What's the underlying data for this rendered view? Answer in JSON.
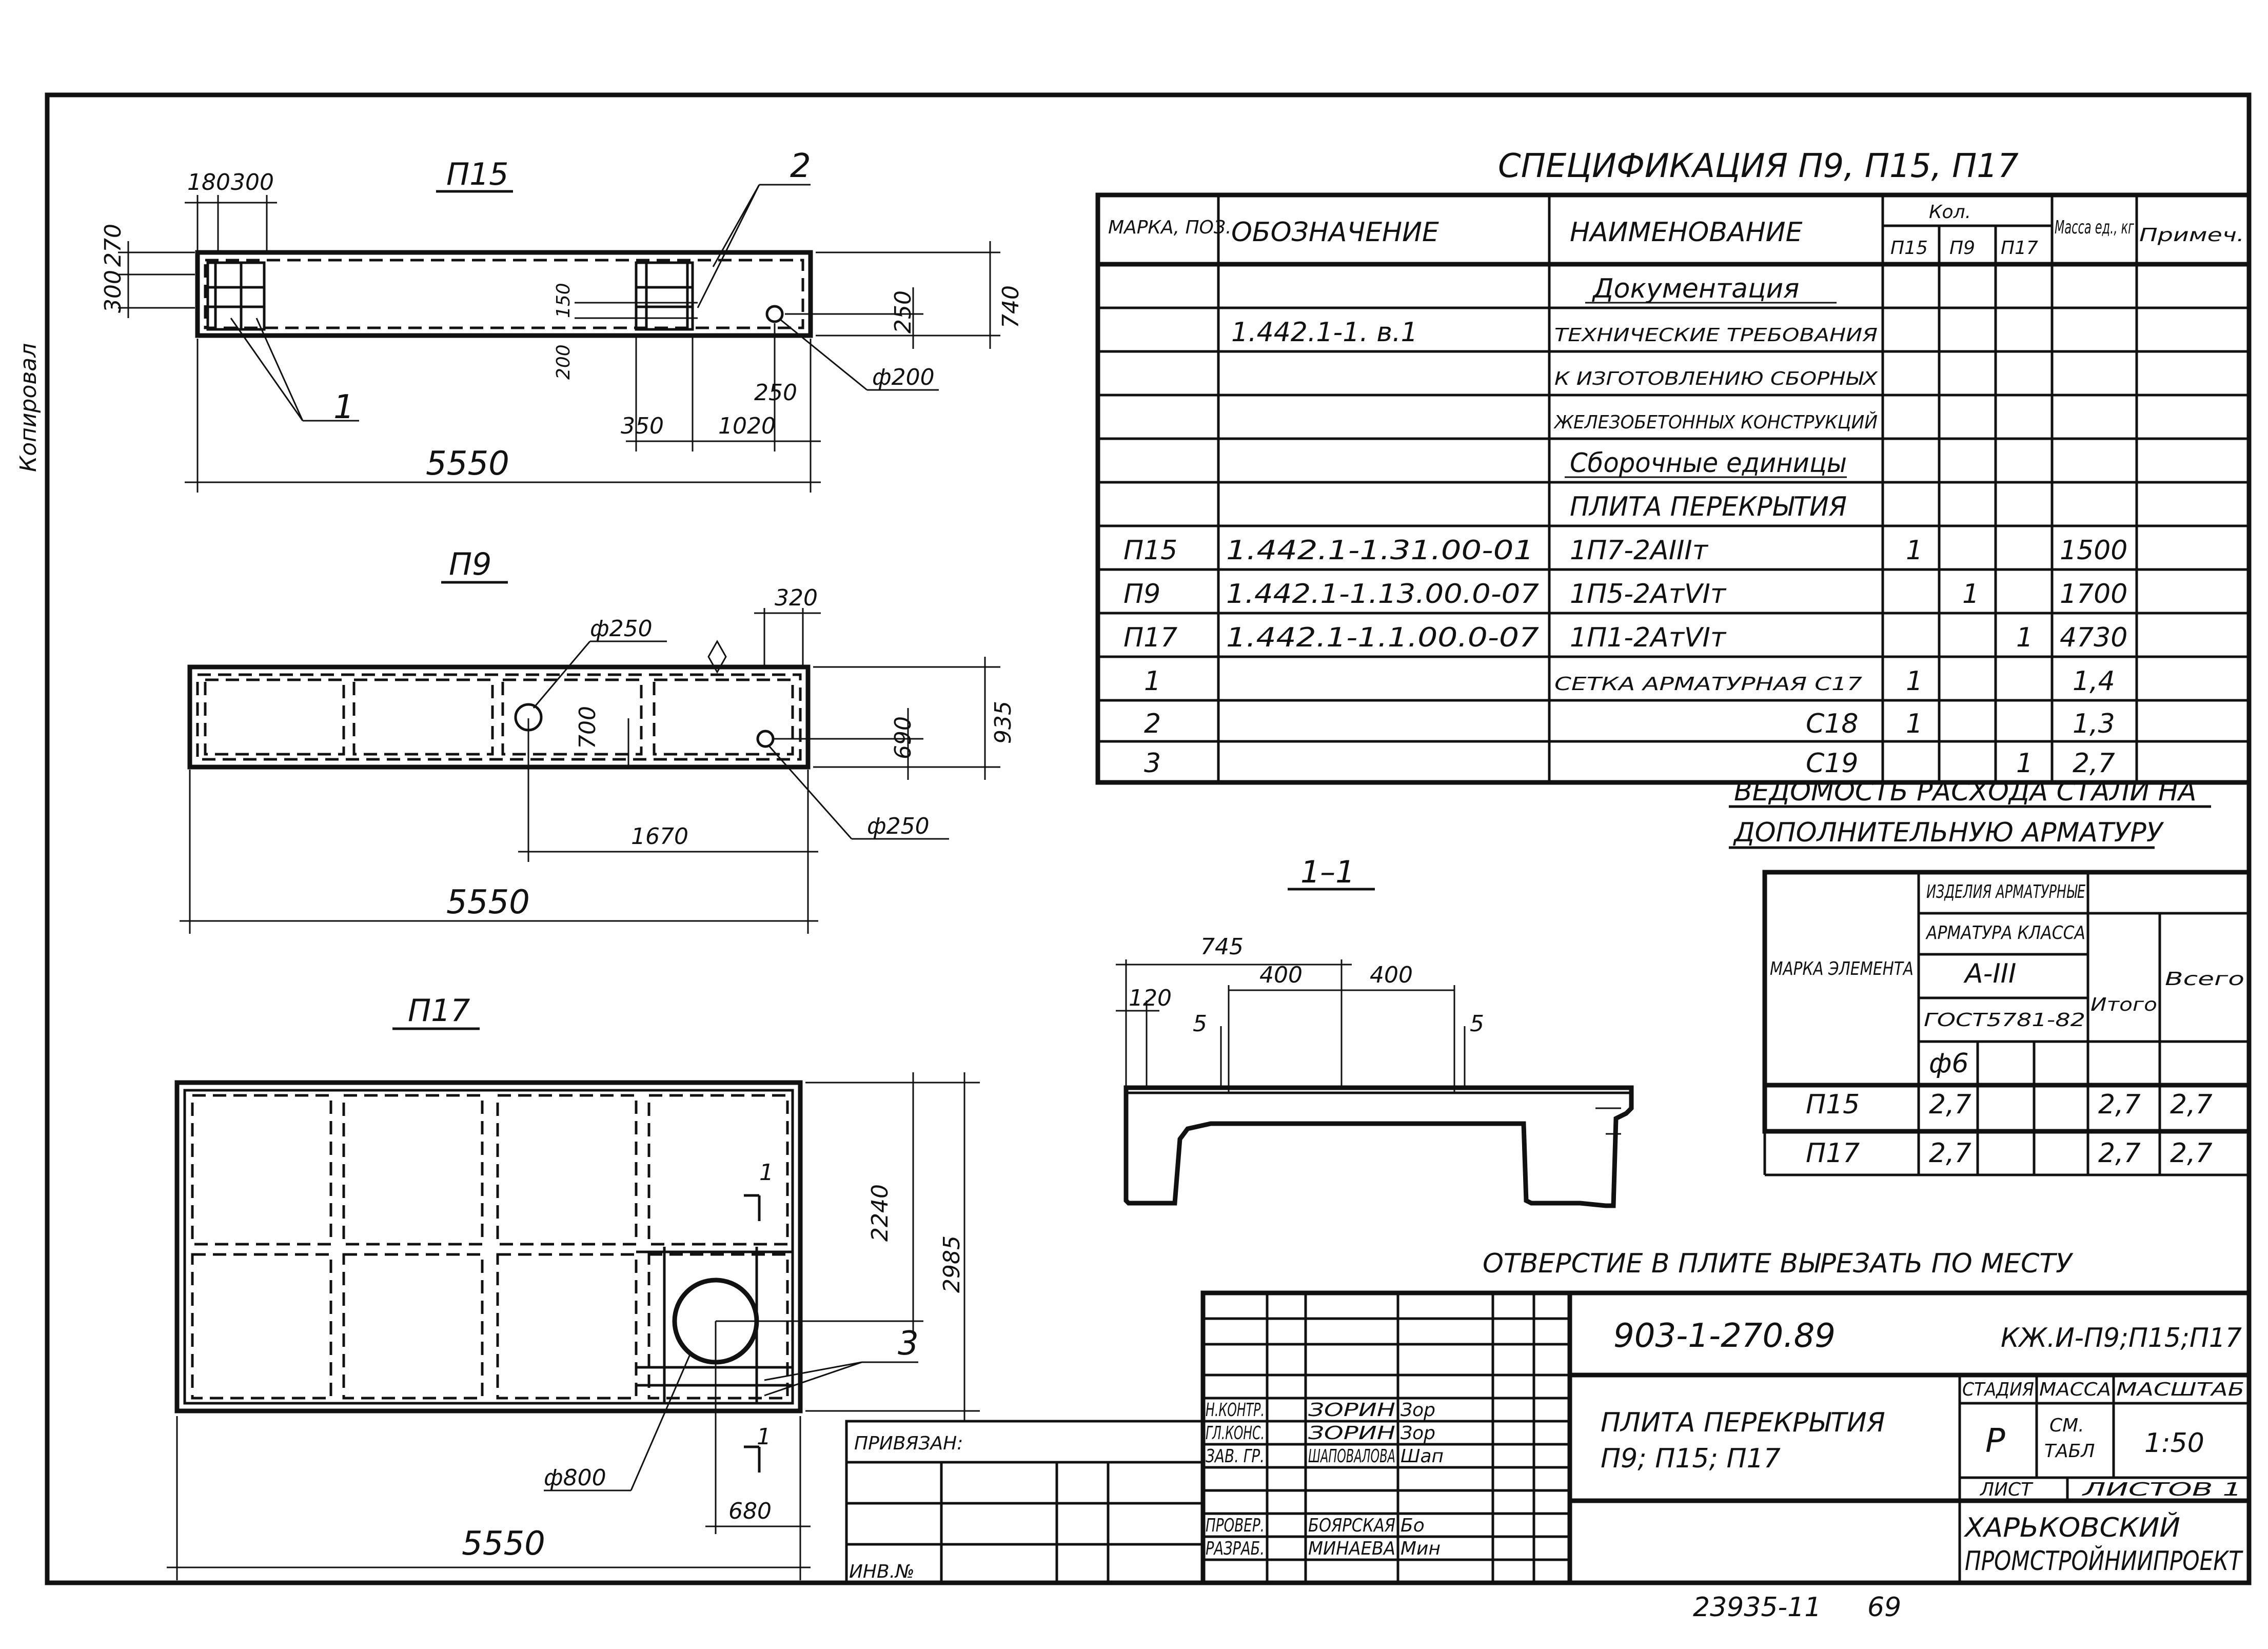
{
  "views": {
    "p15": {
      "title": "П15",
      "dims": [
        "180",
        "300",
        "300",
        "270",
        "740",
        "150",
        "250",
        "200",
        "250",
        "350",
        "1020",
        "5550"
      ],
      "diameter": "ф200",
      "callouts": [
        "1",
        "2"
      ]
    },
    "p9": {
      "title": "П9",
      "dims": [
        "320",
        "935",
        "700",
        "690",
        "1670",
        "5550"
      ],
      "diameters": [
        "ф250",
        "ф250"
      ]
    },
    "p17": {
      "title": "П17",
      "dims": [
        "2240",
        "2985",
        "5550",
        "680"
      ],
      "diameter": "ф800",
      "callouts": [
        "3",
        "1",
        "1"
      ]
    },
    "section": {
      "title": "1–1",
      "dims": [
        "745",
        "400",
        "400",
        "120",
        "5",
        "5"
      ]
    }
  },
  "spec": {
    "title": "СПЕЦИФИКАЦИЯ П9, П15, П17",
    "headers": {
      "mark": "МАРКА, ПОЗ.",
      "designation": "ОБОЗНАЧЕНИЕ",
      "name": "НАИМЕНОВАНИЕ",
      "qty": "Кол.",
      "qty_cols": [
        "П15",
        "П9",
        "П17"
      ],
      "mass": "Масса ед., кг",
      "note": "Примеч."
    },
    "rows": [
      {
        "mark": "",
        "designation": "",
        "name": "Документация",
        "q1": "",
        "q2": "",
        "q3": "",
        "mass": ""
      },
      {
        "mark": "",
        "designation": "1.442.1-1. в.1",
        "name": "ТЕХНИЧЕСКИЕ ТРЕБОВАНИЯ",
        "q1": "",
        "q2": "",
        "q3": "",
        "mass": ""
      },
      {
        "mark": "",
        "designation": "",
        "name": "К ИЗГОТОВЛЕНИЮ СБОРНЫХ",
        "q1": "",
        "q2": "",
        "q3": "",
        "mass": ""
      },
      {
        "mark": "",
        "designation": "",
        "name": "ЖЕЛЕЗОБЕТОННЫХ КОНСТРУКЦИЙ",
        "q1": "",
        "q2": "",
        "q3": "",
        "mass": ""
      },
      {
        "mark": "",
        "designation": "",
        "name": "Сборочные единицы",
        "q1": "",
        "q2": "",
        "q3": "",
        "mass": ""
      },
      {
        "mark": "",
        "designation": "",
        "name": "ПЛИТА ПЕРЕКРЫТИЯ",
        "q1": "",
        "q2": "",
        "q3": "",
        "mass": ""
      },
      {
        "mark": "П15",
        "designation": "1.442.1-1.31.00-01",
        "name": "1П7-2АIIIт",
        "q1": "1",
        "q2": "",
        "q3": "",
        "mass": "1500"
      },
      {
        "mark": "П9",
        "designation": "1.442.1-1.13.00.0-07",
        "name": "1П5-2АтVIт",
        "q1": "",
        "q2": "1",
        "q3": "",
        "mass": "1700"
      },
      {
        "mark": "П17",
        "designation": "1.442.1-1.1.00.0-07",
        "name": "1П1-2АтVIт",
        "q1": "",
        "q2": "",
        "q3": "1",
        "mass": "4730"
      },
      {
        "mark": "1",
        "designation": "",
        "name": "СЕТКА АРМАТУРНАЯ С17",
        "q1": "1",
        "q2": "",
        "q3": "",
        "mass": "1,4"
      },
      {
        "mark": "2",
        "designation": "",
        "name": "С18",
        "q1": "1",
        "q2": "",
        "q3": "",
        "mass": "1,3"
      },
      {
        "mark": "3",
        "designation": "",
        "name": "С19",
        "q1": "",
        "q2": "",
        "q3": "1",
        "mass": "2,7"
      }
    ]
  },
  "steel": {
    "title_line1": "ВЕДОМОСТЬ РАСХОДА СТАЛИ НА",
    "title_line2": "ДОПОЛНИТЕЛЬНУЮ АРМАТУРУ",
    "headers": {
      "element": "МАРКА ЭЛЕМЕНТА",
      "products": "ИЗДЕЛИЯ АРМАТУРНЫЕ",
      "class": "АРМАТУРА КЛАССА",
      "class_value": "А-III",
      "gost": "ГОСТ5781-82",
      "diam": "ф6",
      "subtotal": "Итого",
      "total": "Всего"
    },
    "rows": [
      {
        "element": "П15",
        "d6": "2,7",
        "subtotal": "2,7",
        "total": "2,7"
      },
      {
        "element": "П17",
        "d6": "2,7",
        "subtotal": "2,7",
        "total": "2,7"
      }
    ]
  },
  "note": "ОТВЕРСТИЕ В ПЛИТЕ ВЫРЕЗАТЬ ПО МЕСТУ",
  "titleblock": {
    "code": "903-1-270.89",
    "sheet_code": "КЖ.И-П9;П15;П17",
    "drawing_title_1": "ПЛИТА ПЕРЕКРЫТИЯ",
    "drawing_title_2": "П9; П15; П17",
    "stage_label": "СТАДИЯ",
    "mass_label": "МАССА",
    "scale_label": "МАСШТАБ",
    "stage": "Р",
    "mass_1": "СМ.",
    "mass_2": "ТАБЛ",
    "scale": "1:50",
    "sheet_label": "ЛИСТ",
    "sheets_label": "ЛИСТОВ 1",
    "org_1": "ХАРЬКОВСКИЙ",
    "org_2": "ПРОМСТРОЙНИИПРОЕКТ",
    "bound": "ПРИВЯЗАН:",
    "inv": "ИНВ.№",
    "roles": [
      {
        "role": "Н.КОНТР.",
        "name": "ЗОРИН",
        "sign": "Зор"
      },
      {
        "role": "ГЛ.КОНС.",
        "name": "ЗОРИН",
        "sign": "Зор"
      },
      {
        "role": "ЗАВ. ГР.",
        "name": "ШАПОВАЛОВА",
        "sign": "Шап"
      },
      {
        "role": "",
        "name": "",
        "sign": ""
      },
      {
        "role": "ПРОВЕР.",
        "name": "БОЯРСКАЯ",
        "sign": "Бо"
      },
      {
        "role": "РАЗРАБ.",
        "name": "МИНАЕВА",
        "sign": "Мин"
      }
    ]
  },
  "bottom": {
    "number": "23935-11",
    "page": "69"
  },
  "side_text": "Копировал"
}
